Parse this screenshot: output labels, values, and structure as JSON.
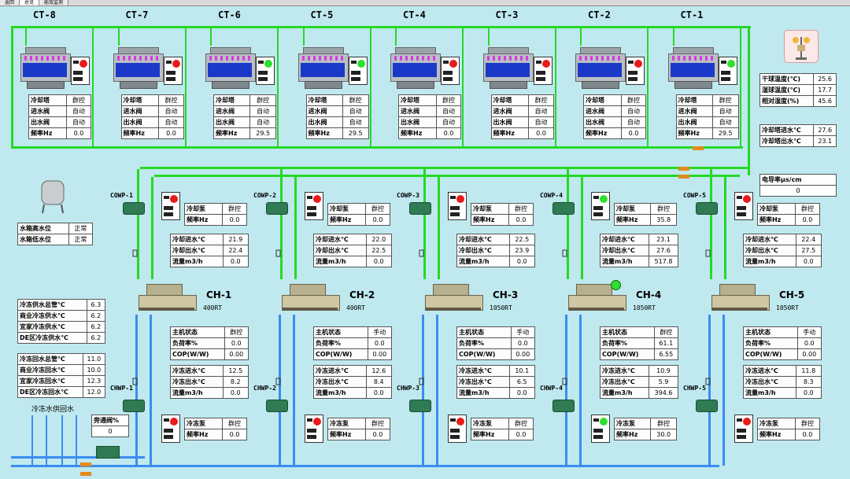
{
  "tabs": [
    "返回",
    "总览",
    "能效监测"
  ],
  "icons": {
    "weather": "weather-station-icon",
    "tank": "water-tank-icon"
  },
  "cooling_towers": [
    {
      "name": "CT-8",
      "status": "off",
      "rows": [
        [
          "冷却塔",
          "群控"
        ],
        [
          "进水阀",
          "自动"
        ],
        [
          "出水阀",
          "自动"
        ],
        [
          "频率Hz",
          "0.0"
        ]
      ]
    },
    {
      "name": "CT-7",
      "status": "off",
      "rows": [
        [
          "冷却塔",
          "群控"
        ],
        [
          "进水阀",
          "自动"
        ],
        [
          "出水阀",
          "自动"
        ],
        [
          "频率Hz",
          "0.0"
        ]
      ]
    },
    {
      "name": "CT-6",
      "status": "on",
      "rows": [
        [
          "冷却塔",
          "群控"
        ],
        [
          "进水阀",
          "自动"
        ],
        [
          "出水阀",
          "自动"
        ],
        [
          "频率Hz",
          "29.5"
        ]
      ]
    },
    {
      "name": "CT-5",
      "status": "on",
      "rows": [
        [
          "冷却塔",
          "群控"
        ],
        [
          "进水阀",
          "自动"
        ],
        [
          "出水阀",
          "自动"
        ],
        [
          "频率Hz",
          "29.5"
        ]
      ]
    },
    {
      "name": "CT-4",
      "status": "off",
      "rows": [
        [
          "冷却塔",
          "群控"
        ],
        [
          "进水阀",
          "自动"
        ],
        [
          "出水阀",
          "自动"
        ],
        [
          "频率Hz",
          "0.0"
        ]
      ]
    },
    {
      "name": "CT-3",
      "status": "off",
      "rows": [
        [
          "冷却塔",
          "群控"
        ],
        [
          "进水阀",
          "自动"
        ],
        [
          "出水阀",
          "自动"
        ],
        [
          "频率Hz",
          "0.0"
        ]
      ]
    },
    {
      "name": "CT-2",
      "status": "off",
      "rows": [
        [
          "冷却塔",
          "群控"
        ],
        [
          "进水阀",
          "自动"
        ],
        [
          "出水阀",
          "自动"
        ],
        [
          "频率Hz",
          "0.0"
        ]
      ]
    },
    {
      "name": "CT-1",
      "status": "on",
      "rows": [
        [
          "冷却塔",
          "群控"
        ],
        [
          "进水阀",
          "自动"
        ],
        [
          "出水阀",
          "自动"
        ],
        [
          "频率Hz",
          "29.5"
        ]
      ]
    }
  ],
  "weather": [
    [
      "干球温度(℃)",
      "25.6"
    ],
    [
      "湿球温度(℃)",
      "17.7"
    ],
    [
      "相对湿度(%)",
      "45.6"
    ]
  ],
  "cooling_tower_temps": [
    [
      "冷却塔进水℃",
      "27.6"
    ],
    [
      "冷却塔出水℃",
      "23.1"
    ]
  ],
  "conductivity": {
    "label": "电导率μs/cm",
    "value": "0"
  },
  "tank": [
    [
      "水箱高水位",
      "正常"
    ],
    [
      "水箱低水位",
      "正常"
    ]
  ],
  "supply_temps": [
    [
      "冷冻供水总管℃",
      "6.3"
    ],
    [
      "商业冷冻供水℃",
      "6.2"
    ],
    [
      "宜家冷冻供水℃",
      "6.2"
    ],
    [
      "DE区冷冻供水℃",
      "6.2"
    ]
  ],
  "return_temps": [
    [
      "冷冻回水总管℃",
      "11.0"
    ],
    [
      "商业冷冻回水℃",
      "10.0"
    ],
    [
      "宜家冷冻回水℃",
      "12.3"
    ],
    [
      "DE区冷冻回水℃",
      "12.0"
    ]
  ],
  "supply_return_label": "冷冻水供回水",
  "bypass": {
    "label": "旁通阀%",
    "value": "0"
  },
  "units": [
    {
      "cwp": "COWP-1",
      "cwp_status": "off",
      "cwp_rows": [
        [
          "冷却泵",
          "群控"
        ],
        [
          "频率Hz",
          "0.0"
        ]
      ],
      "cool_rows": [
        [
          "冷却进水℃",
          "21.9"
        ],
        [
          "冷却出水℃",
          "22.4"
        ],
        [
          "流量m3/h",
          "0.0"
        ]
      ],
      "ch": "CH-1",
      "ch_cap": "400RT",
      "ch_running": false,
      "ch_rows": [
        [
          "主机状态",
          "群控"
        ],
        [
          "负荷率%",
          "0.0"
        ],
        [
          "COP(W/W)",
          "0.00"
        ]
      ],
      "chw_rows": [
        [
          "冷冻进水℃",
          "12.5"
        ],
        [
          "冷冻出水℃",
          "8.2"
        ],
        [
          "流量m3/h",
          "0.0"
        ]
      ],
      "chwp": "CHWP-1",
      "chwp_status": "off",
      "chwp_rows": [
        [
          "冷冻泵",
          "群控"
        ],
        [
          "频率Hz",
          "0.0"
        ]
      ]
    },
    {
      "cwp": "COWP-2",
      "cwp_status": "off",
      "cwp_rows": [
        [
          "冷却泵",
          "群控"
        ],
        [
          "频率Hz",
          "0.0"
        ]
      ],
      "cool_rows": [
        [
          "冷却进水℃",
          "22.0"
        ],
        [
          "冷却出水℃",
          "22.5"
        ],
        [
          "流量m3/h",
          "0.0"
        ]
      ],
      "ch": "CH-2",
      "ch_cap": "400RT",
      "ch_running": false,
      "ch_rows": [
        [
          "主机状态",
          "手动"
        ],
        [
          "负荷率%",
          "0.0"
        ],
        [
          "COP(W/W)",
          "0.00"
        ]
      ],
      "chw_rows": [
        [
          "冷冻进水℃",
          "12.6"
        ],
        [
          "冷冻出水℃",
          "8.4"
        ],
        [
          "流量m3/h",
          "0.0"
        ]
      ],
      "chwp": "CHWP-2",
      "chwp_status": "off",
      "chwp_rows": [
        [
          "冷冻泵",
          "群控"
        ],
        [
          "频率Hz",
          "0.0"
        ]
      ]
    },
    {
      "cwp": "COWP-3",
      "cwp_status": "off",
      "cwp_rows": [
        [
          "冷却泵",
          "群控"
        ],
        [
          "频率Hz",
          "0.0"
        ]
      ],
      "cool_rows": [
        [
          "冷却进水℃",
          "22.5"
        ],
        [
          "冷却出水℃",
          "23.9"
        ],
        [
          "流量m3/h",
          "0.0"
        ]
      ],
      "ch": "CH-3",
      "ch_cap": "1050RT",
      "ch_running": false,
      "ch_rows": [
        [
          "主机状态",
          "手动"
        ],
        [
          "负荷率%",
          "0.0"
        ],
        [
          "COP(W/W)",
          "0.00"
        ]
      ],
      "chw_rows": [
        [
          "冷冻进水℃",
          "10.1"
        ],
        [
          "冷冻出水℃",
          "6.5"
        ],
        [
          "流量m3/h",
          "0.0"
        ]
      ],
      "chwp": "CHWP-3",
      "chwp_status": "off",
      "chwp_rows": [
        [
          "冷冻泵",
          "群控"
        ],
        [
          "频率Hz",
          "0.0"
        ]
      ]
    },
    {
      "cwp": "COWP-4",
      "cwp_status": "on",
      "cwp_rows": [
        [
          "冷却泵",
          "群控"
        ],
        [
          "频率Hz",
          "35.8"
        ]
      ],
      "cool_rows": [
        [
          "冷却进水℃",
          "23.1"
        ],
        [
          "冷却出水℃",
          "27.6"
        ],
        [
          "流量m3/h",
          "517.8"
        ]
      ],
      "ch": "CH-4",
      "ch_cap": "1050RT",
      "ch_running": true,
      "ch_rows": [
        [
          "主机状态",
          "群控"
        ],
        [
          "负荷率%",
          "61.1"
        ],
        [
          "COP(W/W)",
          "6.55"
        ]
      ],
      "chw_rows": [
        [
          "冷冻进水℃",
          "10.9"
        ],
        [
          "冷冻出水℃",
          "5.9"
        ],
        [
          "流量m3/h",
          "394.6"
        ]
      ],
      "chwp": "CHWP-4",
      "chwp_status": "on",
      "chwp_rows": [
        [
          "冷冻泵",
          "群控"
        ],
        [
          "频率Hz",
          "30.0"
        ]
      ]
    },
    {
      "cwp": "COWP-5",
      "cwp_status": "off",
      "cwp_rows": [
        [
          "冷却泵",
          "群控"
        ],
        [
          "频率Hz",
          "0.0"
        ]
      ],
      "cool_rows": [
        [
          "冷却进水℃",
          "22.4"
        ],
        [
          "冷却出水℃",
          "27.5"
        ],
        [
          "流量m3/h",
          "0.0"
        ]
      ],
      "ch": "CH-5",
      "ch_cap": "1050RT",
      "ch_running": false,
      "ch_rows": [
        [
          "主机状态",
          "手动"
        ],
        [
          "负荷率%",
          "0.0"
        ],
        [
          "COP(W/W)",
          "0.00"
        ]
      ],
      "chw_rows": [
        [
          "冷冻进水℃",
          "11.8"
        ],
        [
          "冷冻出水℃",
          "8.3"
        ],
        [
          "流量m3/h",
          "0.0"
        ]
      ],
      "chwp": "CHWP-5",
      "chwp_status": "off",
      "chwp_rows": [
        [
          "冷冻泵",
          "群控"
        ],
        [
          "频率Hz",
          "0.0"
        ]
      ]
    }
  ],
  "colors": {
    "running": "#2de02d",
    "stopped": "#e81b1b",
    "cooling_pipe": "#26d826",
    "chilled_pipe": "#3a8cf0"
  }
}
